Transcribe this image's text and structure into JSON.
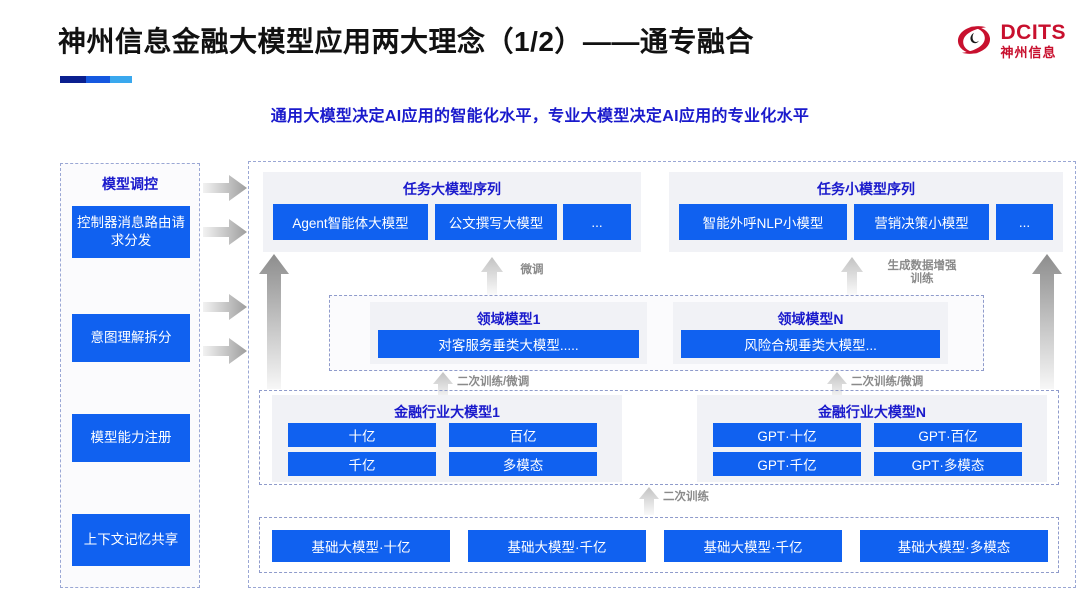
{
  "header": {
    "title": "神州信息金融大模型应用两大理念（1/2）——通专融合",
    "subtitle": "通用大模型决定AI应用的智能化水平，专业大模型决定AI应用的专业化水平",
    "logo": {
      "en": "DCITS",
      "cn": "神州信息",
      "mark": "dcits-swirl-icon",
      "color": "#c8102e"
    }
  },
  "control_panel": {
    "title": "模型调控",
    "items": [
      {
        "label": "控制器消息路由请求分发"
      },
      {
        "label": "意图理解拆分"
      },
      {
        "label": "模型能力注册"
      },
      {
        "label": "上下文记忆共享"
      }
    ]
  },
  "task_large": {
    "title": "任务大模型序列",
    "items": [
      "Agent智能体大模型",
      "公文撰写大模型",
      "..."
    ]
  },
  "task_small": {
    "title": "任务小模型序列",
    "items": [
      "智能外呼NLP小模型",
      "营销决策小模型",
      "..."
    ]
  },
  "domain_models": [
    {
      "title": "领域模型1",
      "item": "对客服务垂类大模型....."
    },
    {
      "title": "领域模型N",
      "item": "风险合规垂类大模型..."
    }
  ],
  "industry_models": [
    {
      "title": "金融行业大模型1",
      "items": [
        "十亿",
        "百亿",
        "千亿",
        "多模态"
      ]
    },
    {
      "title": "金融行业大模型N",
      "items": [
        "GPT·十亿",
        "GPT·百亿",
        "GPT·千亿",
        "GPT·多模态"
      ]
    }
  ],
  "foundation_models": {
    "items": [
      "基础大模型·十亿",
      "基础大模型·千亿",
      "基础大模型·千亿",
      "基础大模型·多模态"
    ]
  },
  "arrow_labels": {
    "finetune": "微调",
    "data_augment": "生成数据增强\n训练",
    "retrain_finetune_left": "二次训练/微调",
    "retrain_finetune_right": "二次训练/微调",
    "retrain": "二次训练"
  },
  "colors": {
    "blue_box": "#1061f0",
    "title_blue": "#1a1acc",
    "card_bg": "#f1f2f6",
    "dash_border": "#8f9bcb",
    "arrow_gray": "#b8b8b8"
  }
}
